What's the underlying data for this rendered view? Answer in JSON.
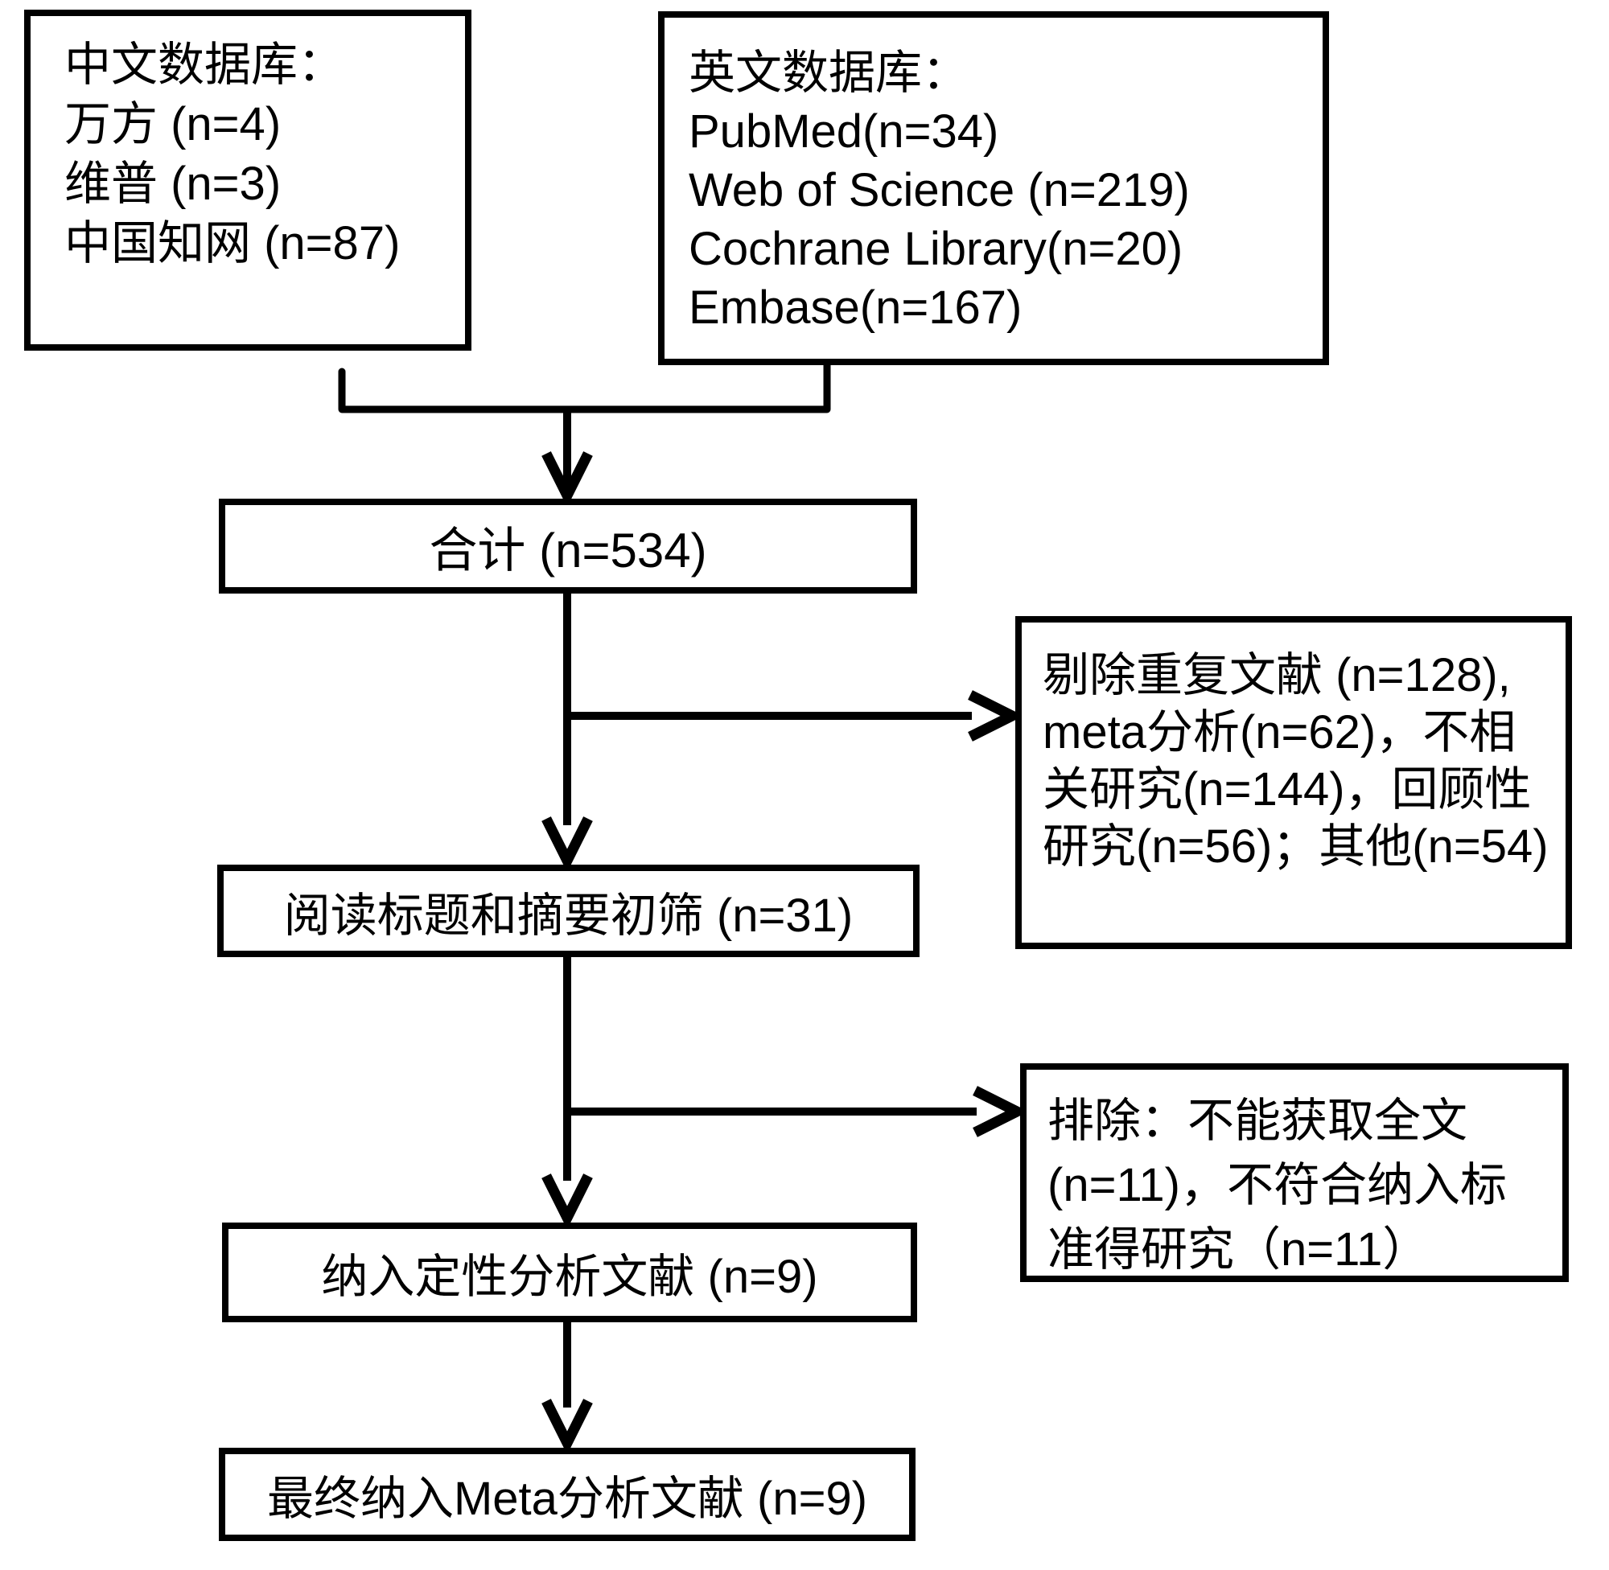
{
  "page": {
    "background": "#ffffff",
    "line_color": "#000000"
  },
  "boxes": {
    "chinese_db": {
      "lines": [
        "中文数据库：",
        "万方 (n=4)",
        "维普 (n=3)",
        "中国知网 (n=87)"
      ]
    },
    "english_db": {
      "lines": [
        "英文数据库：",
        "PubMed(n=34)",
        "Web of Science (n=219)",
        "Cochrane Library(n=20)",
        "Embase(n=167)"
      ]
    },
    "total": {
      "label": "合计 (n=534)"
    },
    "exclusion_initial": {
      "lines": [
        "剔除重复文献 (n=128),",
        "meta分析(n=62)，不相",
        "关研究(n=144)，回顾性",
        "研究(n=56)；其他(n=54)"
      ]
    },
    "screening": {
      "label": "阅读标题和摘要初筛 (n=31)"
    },
    "exclusion_fulltext": {
      "lines": [
        "排除：不能获取全文",
        "(n=11)，不符合纳入标",
        "准得研究（n=11）"
      ]
    },
    "qualitative": {
      "label": "纳入定性分析文献 (n=9)"
    },
    "meta": {
      "label": "最终纳入Meta分析文献 (n=9)"
    }
  }
}
